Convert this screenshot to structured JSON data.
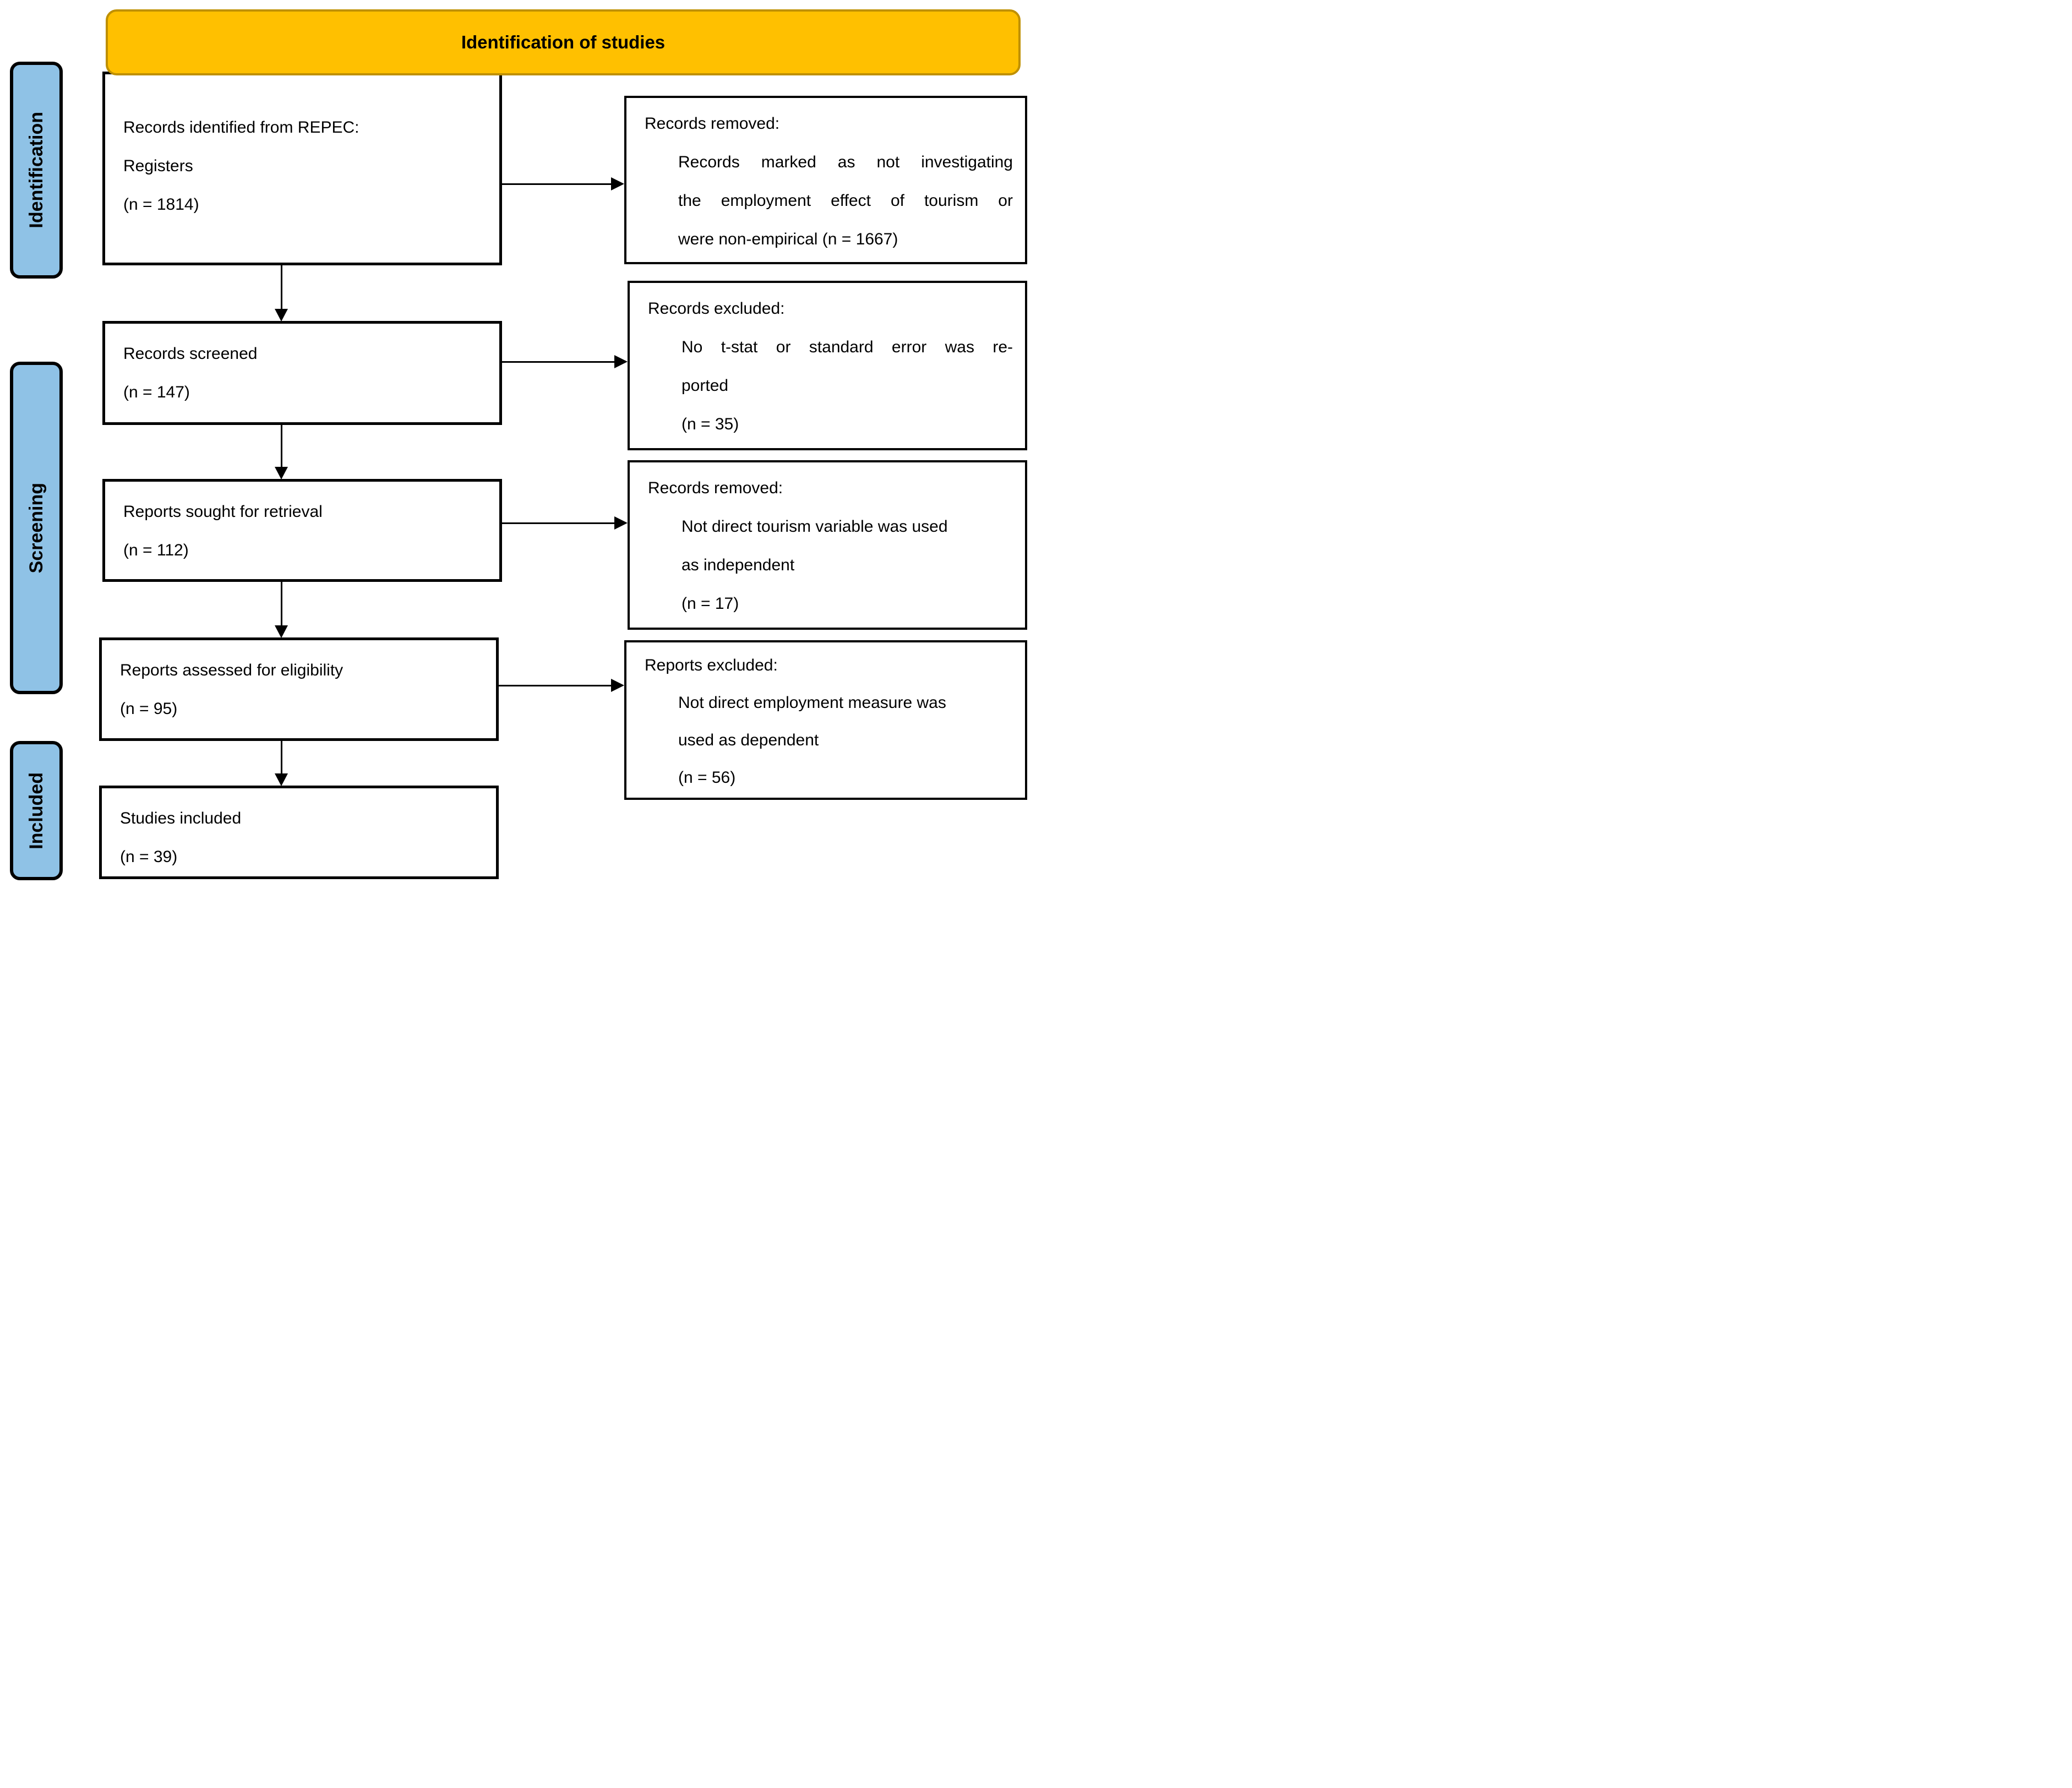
{
  "header": {
    "title": "Identification of studies"
  },
  "colors": {
    "header_fill": "#FFC000",
    "header_border": "#BF9000",
    "stage_fill": "#8FC2E6",
    "box_border": "#000000",
    "text": "#000000"
  },
  "stages": {
    "identification": "Identification",
    "screening": "Screening",
    "included": "Included"
  },
  "left_boxes": [
    {
      "name": "records-identified",
      "lines": [
        "Records identified from REPEC:",
        "Registers",
        "(n = 1814)"
      ]
    },
    {
      "name": "records-screened",
      "lines": [
        "Records screened",
        "(n = 147)"
      ]
    },
    {
      "name": "reports-sought",
      "lines": [
        "Reports sought for retrieval",
        "(n = 112)"
      ]
    },
    {
      "name": "reports-assessed",
      "lines": [
        "Reports assessed for eligibility",
        "(n = 95)"
      ]
    },
    {
      "name": "studies-included",
      "lines": [
        "Studies included",
        "(n = 39)"
      ]
    }
  ],
  "right_boxes": [
    {
      "name": "records-removed-1",
      "heading": "Records removed:",
      "lines": [
        "Records marked as not investigating",
        "the employment effect of tourism or",
        "were non-empirical (n = 1667)"
      ]
    },
    {
      "name": "records-excluded",
      "heading": "Records excluded:",
      "lines": [
        "No t-stat or standard error was re-",
        "ported",
        "(n = 35)"
      ]
    },
    {
      "name": "records-removed-2",
      "heading": "Records removed:",
      "lines": [
        "Not direct tourism variable was used",
        "as independent",
        "(n = 17)"
      ]
    },
    {
      "name": "reports-excluded",
      "heading": "Reports excluded:",
      "lines": [
        "Not direct employment measure was",
        "used as dependent",
        "(n = 56)"
      ]
    }
  ]
}
